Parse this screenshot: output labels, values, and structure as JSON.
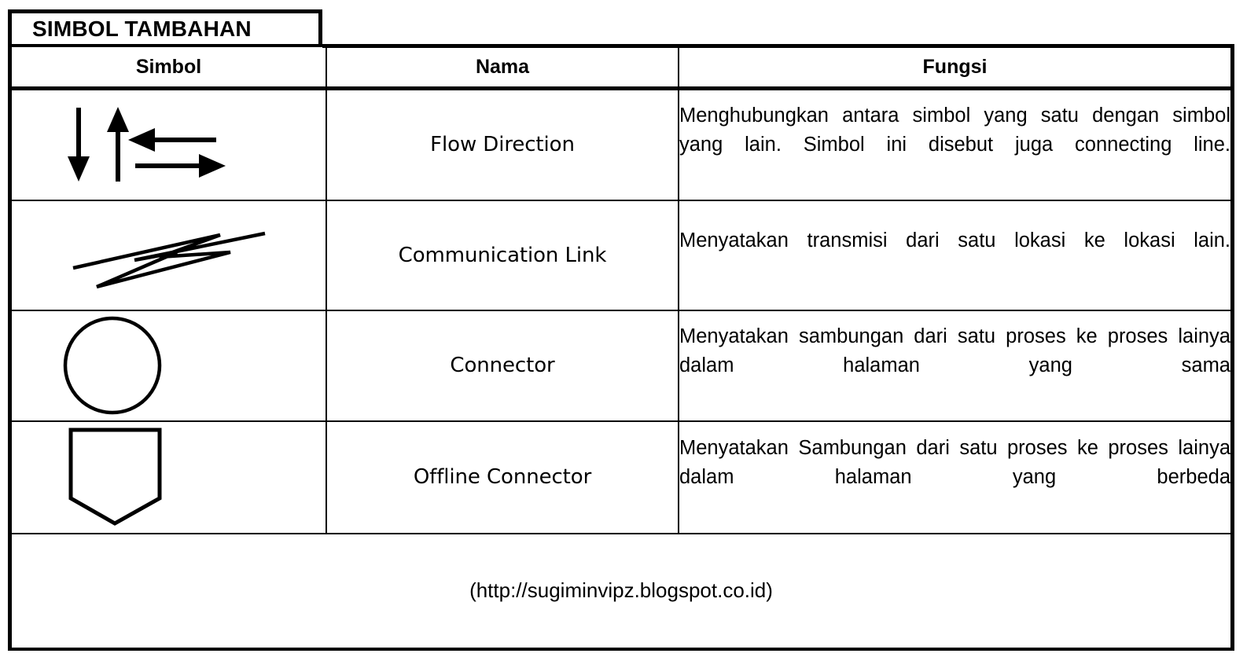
{
  "title": "SIMBOL TAMBAHAN",
  "table": {
    "headers": {
      "symbol": "Simbol",
      "name": "Nama",
      "function": "Fungsi"
    },
    "rows": [
      {
        "symbol_icon": "flow-direction-arrows-icon",
        "name": "Flow Direction",
        "function": "Menghubungkan antara simbol yang satu dengan simbol yang lain. Simbol ini disebut juga connecting line."
      },
      {
        "symbol_icon": "communication-link-lightning-icon",
        "name": "Communication Link",
        "function": "Menyatakan transmisi dari satu lokasi ke lokasi lain."
      },
      {
        "symbol_icon": "connector-circle-icon",
        "name": "Connector",
        "function": "Menyatakan sambungan dari satu proses ke proses lainya dalam halaman yang sama"
      },
      {
        "symbol_icon": "offline-connector-pentagon-icon",
        "name": "Offline Connector",
        "function": "Menyatakan Sambungan dari satu proses ke proses lainya dalam halaman yang berbeda"
      }
    ],
    "footer": "(http://sugiminvipz.blogspot.co.id)"
  },
  "colors": {
    "ink": "#000000",
    "paper": "#ffffff"
  }
}
